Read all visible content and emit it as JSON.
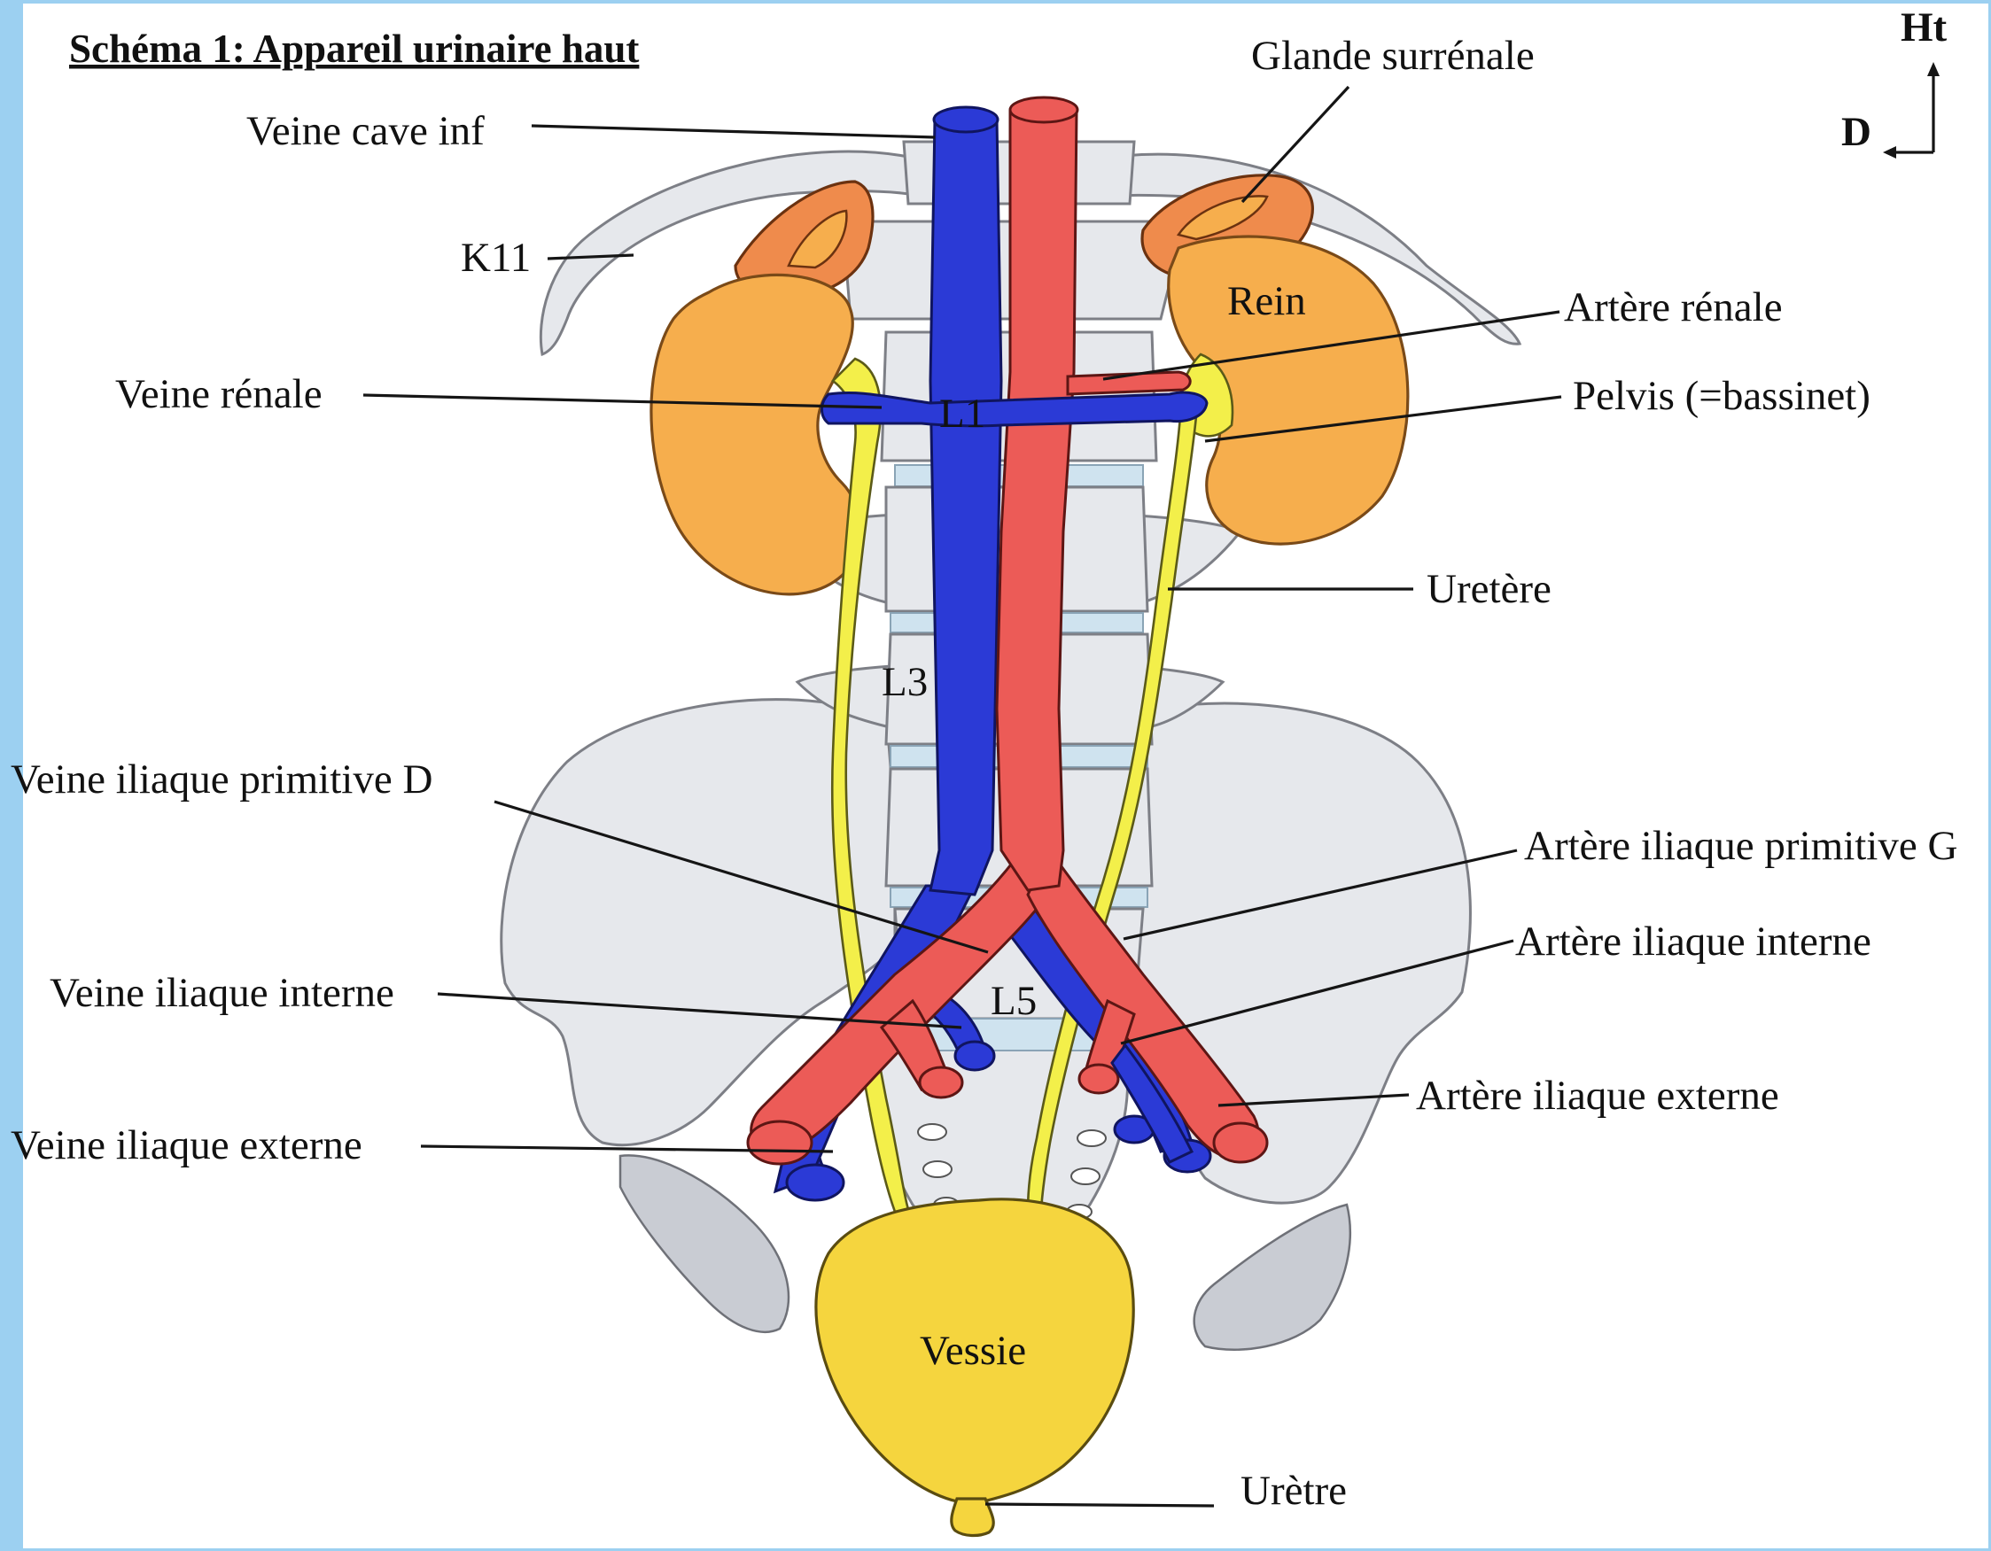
{
  "title": "Schéma 1: Appareil urinaire haut",
  "orientation": {
    "up": "Ht",
    "side": "D"
  },
  "labels": {
    "veine_cave_inf": "Veine cave inf",
    "glande_surrenale": "Glande surrénale",
    "k11": "K11",
    "rein": "Rein",
    "artere_renale": "Artère rénale",
    "veine_renale": "Veine rénale",
    "l1": "L1",
    "pelvis": "Pelvis (=bassinet)",
    "uretere": "Uretère",
    "l3": "L3",
    "veine_iliaque_primitive_d": "Veine iliaque primitive D",
    "artere_iliaque_primitive_g": "Artère iliaque primitive G",
    "artere_iliaque_interne": "Artère iliaque interne",
    "veine_iliaque_interne": "Veine iliaque interne",
    "l5": "L5",
    "artere_iliaque_externe": "Artère iliaque externe",
    "veine_iliaque_externe": "Veine iliaque externe",
    "vessie": "Vessie",
    "uretre": "Urètre"
  },
  "colors": {
    "background": "#9cd0f1",
    "panel": "#ffffff",
    "vein": "#2b3ad6",
    "artery": "#ec5b57",
    "kidney": "#f6ae4d",
    "adrenal": "#ef8b4c",
    "ureter": "#f3ef4a",
    "bladder": "#f5d53e",
    "bone": "#e6e8ec"
  }
}
